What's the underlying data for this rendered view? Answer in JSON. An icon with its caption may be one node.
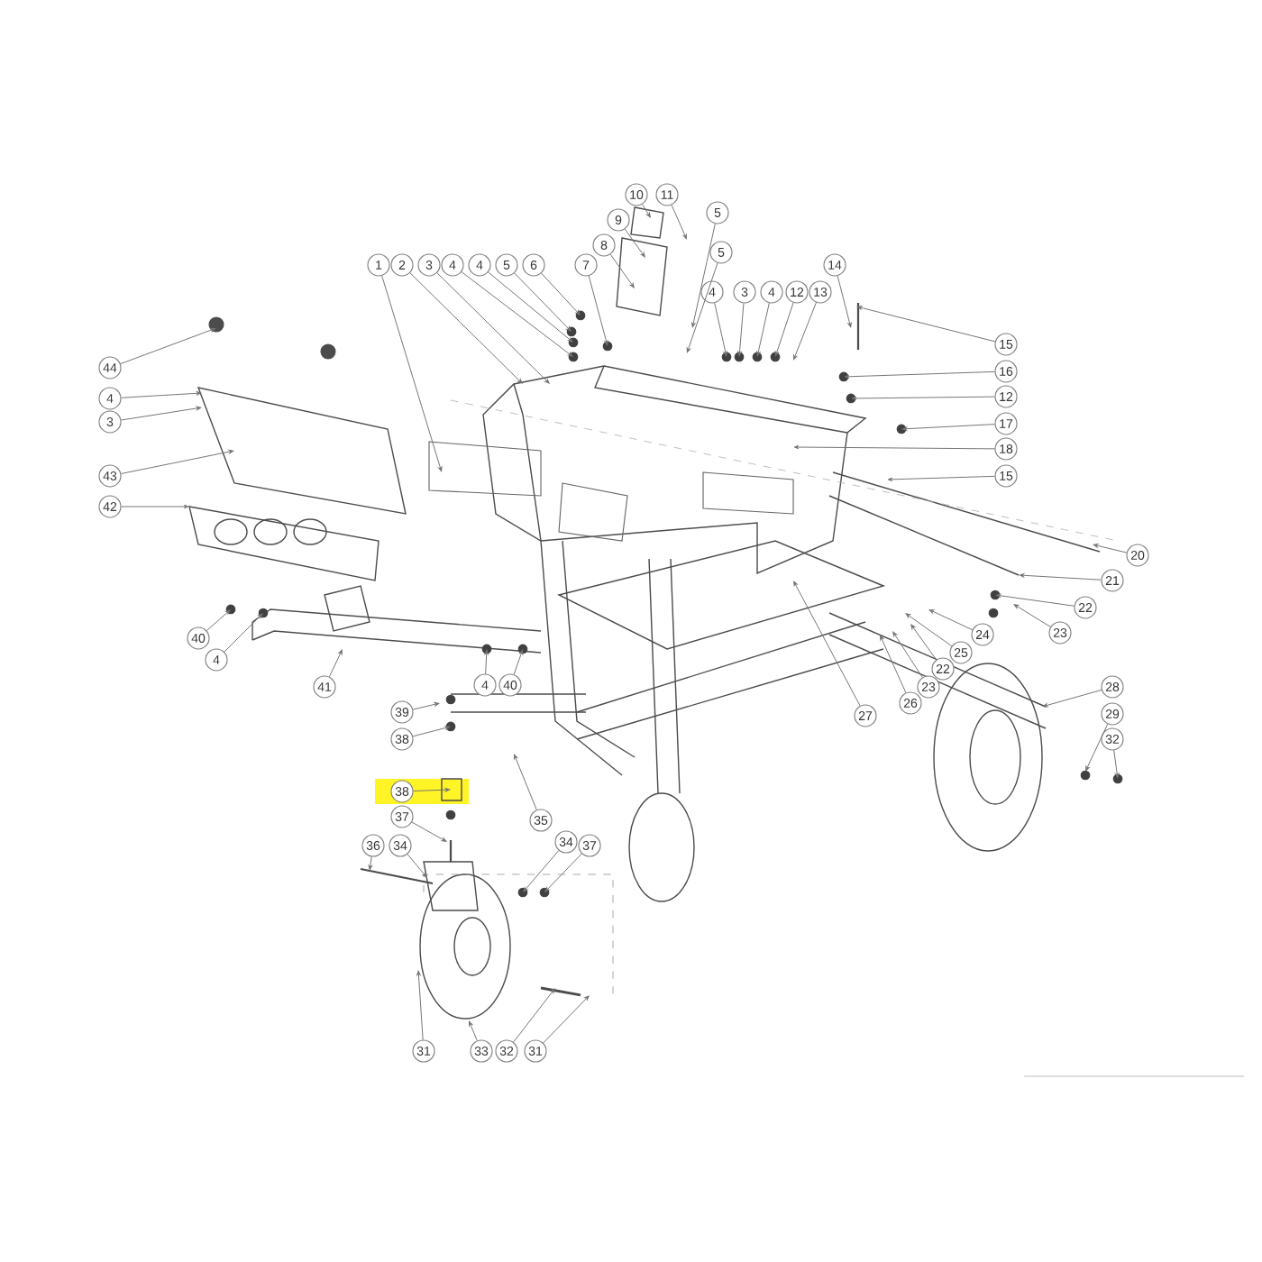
{
  "diagram": {
    "nodes": [
      {
        "text": [
          "1"
        ]
      },
      {
        "text": [
          "2"
        ]
      },
      {
        "text": [
          "3"
        ]
      },
      {
        "text": [
          "4"
        ]
      },
      {
        "text": [
          "4"
        ]
      },
      {
        "text": [
          "5"
        ]
      },
      {
        "text": [
          "6"
        ]
      },
      {
        "text": [
          "7"
        ]
      },
      {
        "text": [
          "8"
        ]
      },
      {
        "text": [
          "9"
        ]
      },
      {
        "text": [
          "10"
        ]
      },
      {
        "text": [
          "11"
        ]
      },
      {
        "text": [
          "5"
        ]
      },
      {
        "text": [
          "5"
        ]
      },
      {
        "text": [
          "4"
        ]
      },
      {
        "text": [
          "3"
        ]
      },
      {
        "text": [
          "4"
        ]
      },
      {
        "text": [
          "12"
        ]
      },
      {
        "text": [
          "13"
        ]
      },
      {
        "text": [
          "14"
        ]
      },
      {
        "text": [
          "15"
        ]
      },
      {
        "text": [
          "16"
        ]
      },
      {
        "text": [
          "12"
        ]
      },
      {
        "text": [
          "17"
        ]
      },
      {
        "text": [
          "18"
        ]
      },
      {
        "text": [
          "15"
        ]
      },
      {
        "text": [
          "20"
        ]
      },
      {
        "text": [
          "21"
        ]
      },
      {
        "text": [
          "22"
        ]
      },
      {
        "text": [
          "23"
        ]
      },
      {
        "text": [
          "24"
        ]
      },
      {
        "text": [
          "25"
        ]
      },
      {
        "text": [
          "22"
        ]
      },
      {
        "text": [
          "23"
        ]
      },
      {
        "text": [
          "26"
        ]
      },
      {
        "text": [
          "27"
        ]
      },
      {
        "text": [
          "28"
        ]
      },
      {
        "text": [
          "29"
        ]
      },
      {
        "text": [
          "32"
        ]
      },
      {
        "text": [
          "44"
        ]
      },
      {
        "text": [
          "4"
        ]
      },
      {
        "text": [
          "3"
        ]
      },
      {
        "text": [
          "43"
        ]
      },
      {
        "text": [
          "42"
        ]
      },
      {
        "text": [
          "40"
        ]
      },
      {
        "text": [
          "4"
        ]
      },
      {
        "text": [
          "41"
        ]
      },
      {
        "text": [
          "4"
        ]
      },
      {
        "text": [
          "40"
        ]
      },
      {
        "text": [
          "39"
        ]
      },
      {
        "text": [
          "38"
        ]
      },
      {
        "text": [
          "38"
        ]
      },
      {
        "text": [
          "37"
        ]
      },
      {
        "text": [
          "36"
        ]
      },
      {
        "text": [
          "34"
        ]
      },
      {
        "text": [
          "35"
        ]
      },
      {
        "text": [
          "34"
        ]
      },
      {
        "text": [
          "37"
        ]
      },
      {
        "text": [
          "31"
        ]
      },
      {
        "text": [
          "33"
        ]
      },
      {
        "text": [
          "32"
        ]
      },
      {
        "text": [
          "31"
        ]
      }
    ],
    "edges": [
      {
        "from": 0,
        "to": null,
        "arrow": "to"
      },
      {
        "from": 1,
        "to": null,
        "arrow": "to"
      },
      {
        "from": 2,
        "to": null,
        "arrow": "to"
      },
      {
        "from": 3,
        "to": null,
        "arrow": "to"
      },
      {
        "from": 4,
        "to": null,
        "arrow": "to"
      },
      {
        "from": 5,
        "to": null,
        "arrow": "to"
      },
      {
        "from": 6,
        "to": null,
        "arrow": "to"
      },
      {
        "from": 7,
        "to": null,
        "arrow": "to"
      },
      {
        "from": 8,
        "to": null,
        "arrow": "to"
      },
      {
        "from": 9,
        "to": null,
        "arrow": "to"
      },
      {
        "from": 10,
        "to": null,
        "arrow": "to"
      },
      {
        "from": 11,
        "to": null,
        "arrow": "to"
      },
      {
        "from": 12,
        "to": null,
        "arrow": "to"
      },
      {
        "from": 13,
        "to": null,
        "arrow": "to"
      },
      {
        "from": 14,
        "to": null,
        "arrow": "to"
      },
      {
        "from": 15,
        "to": null,
        "arrow": "to"
      },
      {
        "from": 16,
        "to": null,
        "arrow": "to"
      },
      {
        "from": 17,
        "to": null,
        "arrow": "to"
      },
      {
        "from": 18,
        "to": null,
        "arrow": "to"
      },
      {
        "from": 19,
        "to": null,
        "arrow": "to"
      },
      {
        "from": 20,
        "to": null,
        "arrow": "to"
      },
      {
        "from": 21,
        "to": null,
        "arrow": "to"
      },
      {
        "from": 22,
        "to": null,
        "arrow": "to"
      },
      {
        "from": 23,
        "to": null,
        "arrow": "to"
      },
      {
        "from": 24,
        "to": null,
        "arrow": "to"
      },
      {
        "from": 25,
        "to": null,
        "arrow": "to"
      },
      {
        "from": 26,
        "to": null,
        "arrow": "to"
      },
      {
        "from": 27,
        "to": null,
        "arrow": "to"
      },
      {
        "from": 28,
        "to": null,
        "arrow": "to"
      },
      {
        "from": 29,
        "to": null,
        "arrow": "to"
      },
      {
        "from": 30,
        "to": null,
        "arrow": "to"
      },
      {
        "from": 31,
        "to": null,
        "arrow": "to"
      },
      {
        "from": 32,
        "to": null,
        "arrow": "to"
      },
      {
        "from": 33,
        "to": null,
        "arrow": "to"
      },
      {
        "from": 34,
        "to": null,
        "arrow": "to"
      },
      {
        "from": 35,
        "to": null,
        "arrow": "to"
      },
      {
        "from": 36,
        "to": null,
        "arrow": "to"
      },
      {
        "from": 37,
        "to": null,
        "arrow": "to"
      },
      {
        "from": 38,
        "to": null,
        "arrow": "to"
      },
      {
        "from": 39,
        "to": null,
        "arrow": "to"
      },
      {
        "from": 40,
        "to": null,
        "arrow": "to"
      },
      {
        "from": 41,
        "to": null,
        "arrow": "to"
      },
      {
        "from": 42,
        "to": null,
        "arrow": "to"
      },
      {
        "from": 43,
        "to": null,
        "arrow": "to"
      },
      {
        "from": 44,
        "to": null,
        "arrow": "to"
      },
      {
        "from": 45,
        "to": null,
        "arrow": "to"
      },
      {
        "from": 46,
        "to": null,
        "arrow": "to"
      },
      {
        "from": 47,
        "to": null,
        "arrow": "to"
      },
      {
        "from": 48,
        "to": null,
        "arrow": "to"
      },
      {
        "from": 49,
        "to": null,
        "arrow": "to"
      },
      {
        "from": 50,
        "to": null,
        "arrow": "to"
      },
      {
        "from": 51,
        "to": null,
        "arrow": "to"
      },
      {
        "from": 52,
        "to": null,
        "arrow": "to"
      },
      {
        "from": 53,
        "to": null,
        "arrow": "to"
      },
      {
        "from": 54,
        "to": null,
        "arrow": "to"
      },
      {
        "from": 55,
        "to": null,
        "arrow": "to"
      },
      {
        "from": 56,
        "to": null,
        "arrow": "to"
      },
      {
        "from": 57,
        "to": null,
        "arrow": "to"
      },
      {
        "from": 58,
        "to": null,
        "arrow": "to"
      },
      {
        "from": 59,
        "to": null,
        "arrow": "to"
      },
      {
        "from": 60,
        "to": null,
        "arrow": "to"
      },
      {
        "from": 61,
        "to": null,
        "arrow": "to"
      }
    ]
  }
}
